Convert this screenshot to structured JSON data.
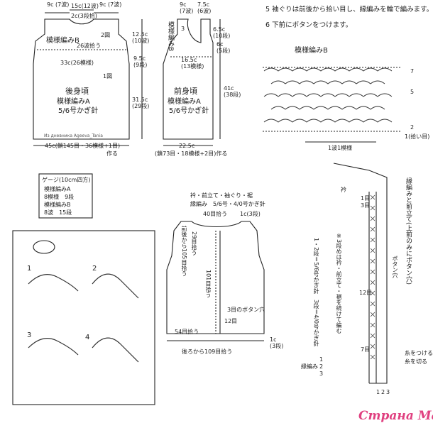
{
  "instructions": {
    "line5": "5 袖ぐりは前後から拾い目し、縁編みを輪で編みます。",
    "line6": "6 下前にボタンをつけます。"
  },
  "back": {
    "top_left": "9c\n(7波)",
    "top_center": "15c(12波)",
    "top_right": "9c\n(7波)",
    "neck_pickup": "2c(3段拾)",
    "pattern_b": "模様編みB",
    "rows26": "26波拾う",
    "width33": "33c(26模様)",
    "marker1": "1図",
    "marker2": "2図",
    "side12_5": "12.5c\n(10波)",
    "side9_5": "9.5c\n(9段)",
    "side31_5": "31.5c\n(29段)",
    "title": "後身頃",
    "pattern_a": "模様編みA",
    "hook": "5/6号かぎ針",
    "bottom": "45c(鎖145目・36模様+1目)",
    "bottom2": "作る",
    "source": "Из дневника Ageeva_Tania"
  },
  "front": {
    "top_left": "9c\n(7波)",
    "top_right": "7.5c\n(6波)",
    "pattern_b_v": "模様編みB",
    "mark3": "3",
    "right_6_5": "6.5c\n(10段)",
    "right_6": "6c\n(5段)",
    "w16_5": "16.5c\n(13模様)",
    "side41": "41c\n(38段)",
    "title": "前身頃",
    "pattern_a": "模様編みA",
    "hook": "5/6号かぎ針",
    "bottom": "22.5c",
    "bottom2": "(鎖73目・18模様+2目)作る"
  },
  "gauge": {
    "title": "ゲージ(10cm四方)",
    "row1": "模様編みA",
    "row2": "8模様　9段",
    "row3": "模様編みB",
    "row4": "8波　15段"
  },
  "pattern_b_chart": {
    "title": "模様編みB",
    "rows": [
      "7",
      "5",
      "2",
      "1(拾い目)"
    ],
    "repeat": "1波1模様"
  },
  "assembly": {
    "title1": "衿・前立て・袖ぐり・裾",
    "title2": "縁編み　5/6号・4/0号かぎ針",
    "neck_pick": "40目拾う",
    "neck_edge": "1c(3段)",
    "left_v1": "前後から105目拾う",
    "left_v2": "29目拾う",
    "center_v": "101目拾う",
    "buttonhole": "3目のボタン穴",
    "right12": "12目",
    "sleeve_left": "54目拾う",
    "bottom_pick": "後ろから109目拾う",
    "bottom_edge": "1c\n(3段)",
    "edge_label": "衿"
  },
  "edging_chart": {
    "title_v": "縁編みと前立て(上前のみにボタン穴)",
    "note_v": "※3段めは衿・前立て・裾を続けて編む",
    "hooks_v": "1・2段＝5/6号かぎ針　3段＝4/0号かぎ針",
    "label_1": "1目",
    "label_3": "3目",
    "label_12": "12目",
    "label_7": "7目",
    "buttonhole": "ボタン穴",
    "border": "縁編み",
    "cols": [
      "1",
      "2",
      "3"
    ],
    "rows": [
      "1",
      "2",
      "3"
    ],
    "thread1": "糸をつける",
    "thread2": "糸を切る"
  },
  "finger_steps": [
    "1",
    "2",
    "3",
    "4"
  ],
  "watermark": "Страна Мам"
}
